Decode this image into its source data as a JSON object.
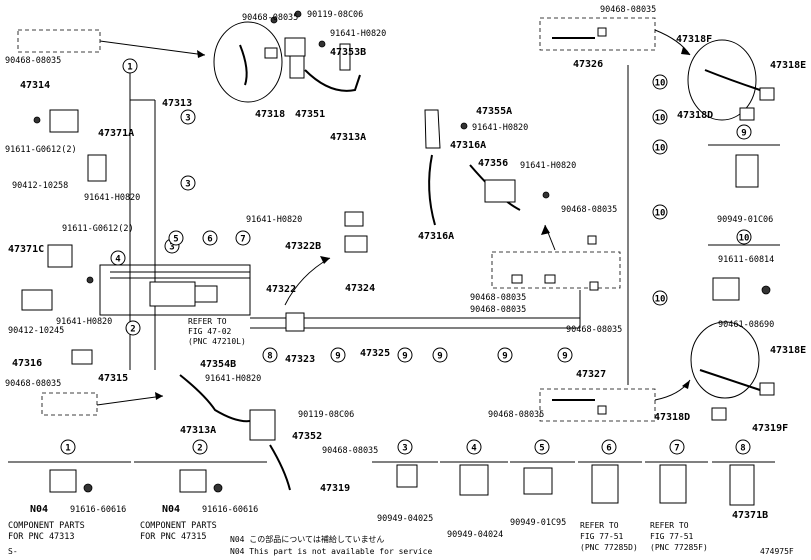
{
  "labels": {
    "p90119_08C06_top": "90119-08C06",
    "p90468_08035_top": "90468-08035",
    "p91641_H0820_top": "91641-H0820",
    "p47353B": "47353B",
    "p90468_08035_left1": "90468-08035",
    "p47314": "47314",
    "p47313": "47313",
    "p47318_left": "47318",
    "p47351": "47351",
    "p47313A_top": "47313A",
    "p47371A": "47371A",
    "p91611_G0612_2a": "91611-G0612(2)",
    "p90412_10258": "90412-10258",
    "p91641_H0820_l": "91641-H0820",
    "p91611_G0612_2b": "91611-G0612(2)",
    "p47371C": "47371C",
    "p90412_10245": "90412-10245",
    "p91641_H0820_l2": "91641-H0820",
    "p47316": "47316",
    "p90468_08035_left2": "90468-08035",
    "p47315": "47315",
    "p47313A_bot": "47313A",
    "p47354B": "47354B",
    "p91641_H0820_mid": "91641-H0820",
    "p90119_08C06_bot": "90119-08C06",
    "p47352": "47352",
    "p90468_08035_bot": "90468-08035",
    "p47319": "47319",
    "p91641_H0820_c": "91641-H0820",
    "p47322B": "47322B",
    "p47322": "47322",
    "p47324": "47324",
    "p47323": "47323",
    "p47325": "47325",
    "refer_fig1": "REFER TO",
    "refer_fig2": "FIG 47-02",
    "refer_fig3": "(PNC 47210L)",
    "p47355A": "47355A",
    "p91641_H0820_r1": "91641-H0820",
    "p47316A_top": "47316A",
    "p47356": "47356",
    "p91641_H0820_r2": "91641-H0820",
    "p47316A_bot": "47316A",
    "p90468_08035_c1": "90468-08035",
    "p90468_08035_c2": "90468-08035",
    "p90468_08035_c3": "90468-08035",
    "p90468_08035_c4": "90468-08035",
    "p90468_08035_tr": "90468-08035",
    "p47326": "47326",
    "p47318F": "47318F",
    "p47318E_top": "47318E",
    "p47318D_top": "47318D",
    "p90949_01C06": "90949-01C06",
    "p91611_60814": "91611-60814",
    "p90461_08690": "90461-08690",
    "p47327": "47327",
    "p47318E_bot": "47318E",
    "p90468_08035_br": "90468-08035",
    "p47318D_bot": "47318D",
    "p47319F": "47319F",
    "b_n04_1": "N04",
    "b_90116_1": "91616-60616",
    "b_comp1a": "COMPONENT PARTS",
    "b_comp1b": "FOR PNC 47313",
    "b_n04_2": "N04",
    "b_90116_2": "91616-60616",
    "b_comp2a": "COMPONENT PARTS",
    "b_comp2b": "FOR PNC 47315",
    "b_90949_04025": "90949-04025",
    "b_90949_04024": "90949-04024",
    "b_90949_01C95": "90949-01C95",
    "b_refer6a": "REFER TO",
    "b_refer6b": "FIG 77-51",
    "b_refer6c": "(PNC 77285D)",
    "b_refer7a": "REFER TO",
    "b_refer7b": "FIG 77-51",
    "b_refer7c": "(PNC 77285F)",
    "b_47371B": "47371B",
    "note1": "N04 この部品については補給していません",
    "note2": "N04 This part is not available for service",
    "s_mark": "S-",
    "fig_id": "474975F"
  },
  "callouts": [
    "1",
    "2",
    "3",
    "3",
    "3",
    "4",
    "5",
    "6",
    "7",
    "8",
    "9",
    "9",
    "9",
    "9",
    "9",
    "9",
    "10",
    "10",
    "10",
    "10",
    "10",
    "10"
  ],
  "bottom_callouts": [
    "1",
    "2",
    "3",
    "4",
    "5",
    "6",
    "7",
    "8"
  ]
}
